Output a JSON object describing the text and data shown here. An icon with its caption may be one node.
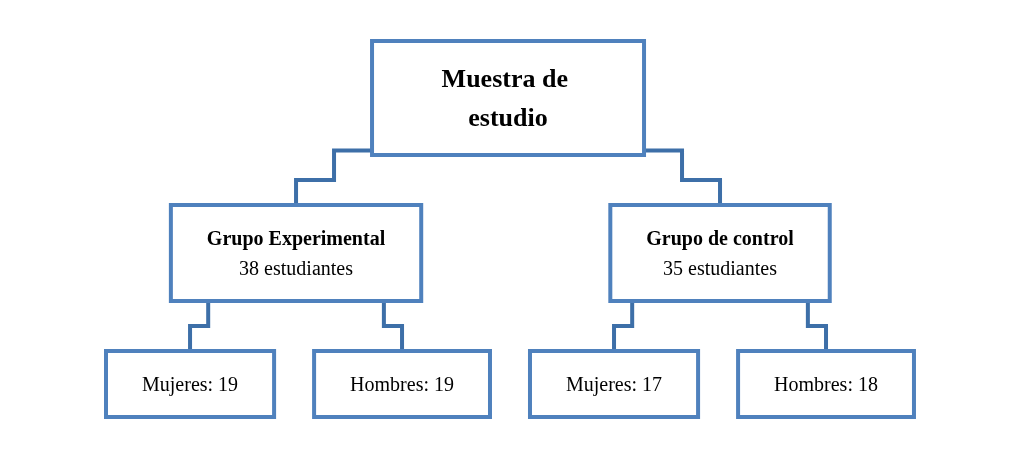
{
  "diagram": {
    "nodes": [
      {
        "text": [
          "Muestra de estudio"
        ]
      },
      {
        "text": [
          "Grupo Experimental",
          "38 estudiantes"
        ]
      },
      {
        "text": [
          "Grupo de control",
          "35 estudiantes"
        ]
      },
      {
        "text": [
          "Mujeres: 19"
        ]
      },
      {
        "text": [
          "Hombres: 19"
        ]
      },
      {
        "text": [
          "Mujeres: 17"
        ]
      },
      {
        "text": [
          "Hombres: 18"
        ]
      }
    ],
    "edges": [
      {
        "from": 0,
        "to": 1,
        "arrow": "none"
      },
      {
        "from": 0,
        "to": 2,
        "arrow": "none"
      },
      {
        "from": 1,
        "to": 3,
        "arrow": "none"
      },
      {
        "from": 1,
        "to": 4,
        "arrow": "none"
      },
      {
        "from": 2,
        "to": 5,
        "arrow": "none"
      },
      {
        "from": 2,
        "to": 6,
        "arrow": "none"
      }
    ]
  }
}
